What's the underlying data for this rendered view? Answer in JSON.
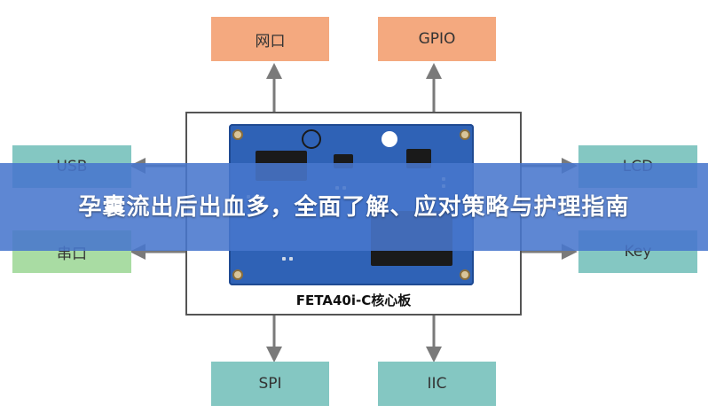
{
  "diagram": {
    "board_caption": "FETA40i-C核心板",
    "interfaces": {
      "top": [
        "网口",
        "GPIO"
      ],
      "left": [
        "USB",
        "串口"
      ],
      "right": [
        "LCD",
        "Key"
      ],
      "bottom": [
        "SPI",
        "IIC"
      ]
    },
    "colors": {
      "top_boxes": "#f4a97f",
      "side_bottom_boxes": "#84c7c2",
      "serial_box": "#a9dca3",
      "arrow": "#7a7a7a",
      "pcb": "#2f62b6"
    }
  },
  "banner": {
    "title": "孕囊流出后出血多，全面了解、应对策略与护理指南"
  }
}
